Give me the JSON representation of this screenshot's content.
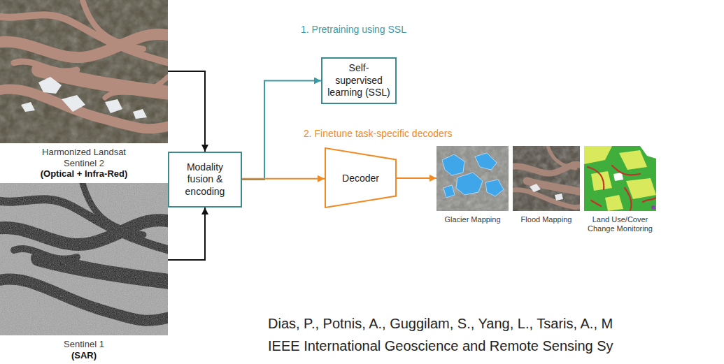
{
  "diagram": {
    "nodes": [
      {
        "text": [
          "Harmonized Landsat Sentinel 2",
          "(Optical + Infra-Red)"
        ]
      },
      {
        "text": [
          "Sentinel 1",
          "(SAR)"
        ]
      },
      {
        "text": [
          "Modality fusion & encoding"
        ]
      },
      {
        "text": [
          "Self-supervised learning (SSL)"
        ]
      },
      {
        "text": [
          "Decoder"
        ]
      },
      {
        "text": [
          "Glacier Mapping"
        ]
      },
      {
        "text": [
          "Flood Mapping"
        ]
      },
      {
        "text": [
          "Land Use/Cover Change Monitoring"
        ]
      }
    ],
    "edges": [
      {
        "from": 0,
        "to": 2,
        "arrow": "to"
      },
      {
        "from": 1,
        "to": 2,
        "arrow": "to"
      },
      {
        "from": 2,
        "to": 3,
        "arrow": "to"
      },
      {
        "from": 2,
        "to": 4,
        "arrow": "to"
      },
      {
        "from": 4,
        "to": 5,
        "arrow": "to"
      }
    ],
    "labels": [
      "1. Pretraining using SSL",
      "2. Finetune task-specific decoders",
      "Dias, P., Potnis, A., Guggilam, S., Yang, L., Tsaris, A., M",
      "IEEE International Geoscience and Remote Sensing Sy"
    ]
  }
}
